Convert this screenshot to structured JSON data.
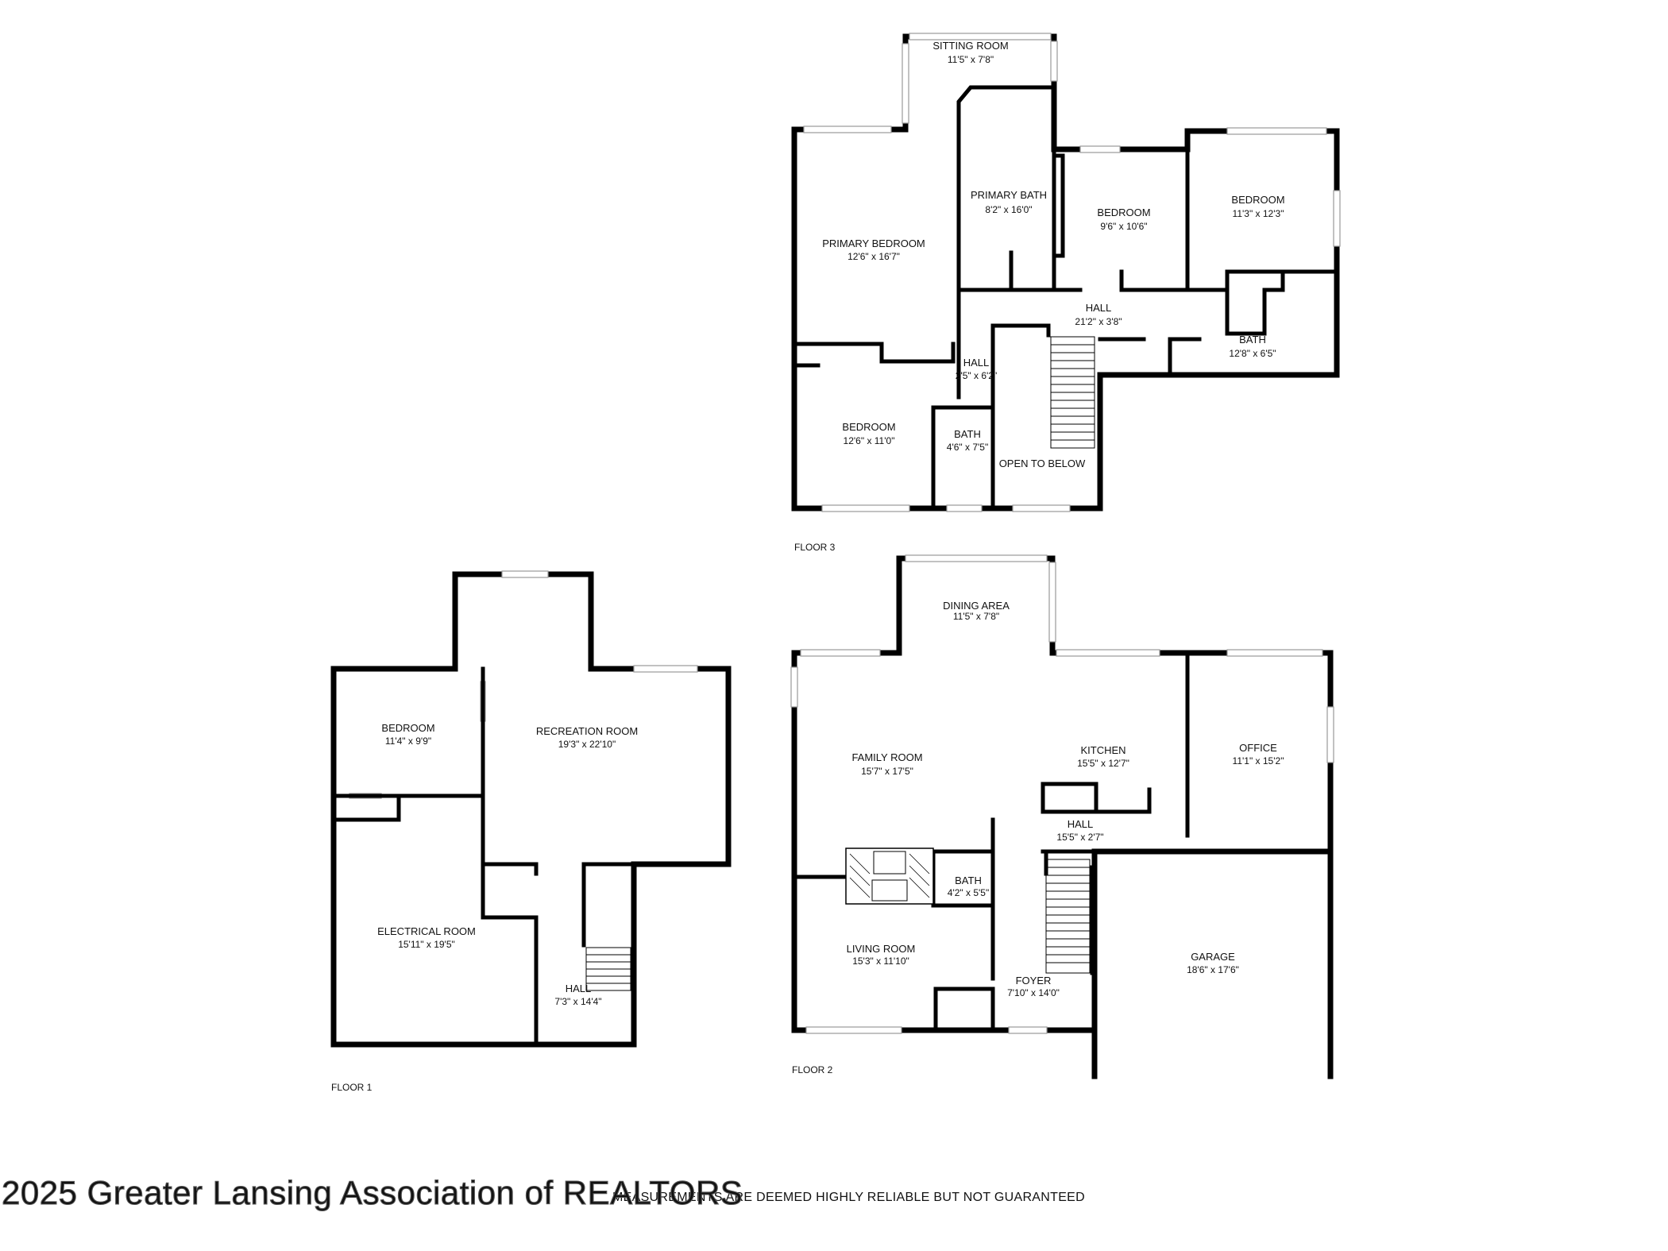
{
  "floors": [
    {
      "label": "FLOOR 3",
      "rooms": [
        {
          "name": "SITTING ROOM",
          "dims": "11'5\" x 7'8\""
        },
        {
          "name": "PRIMARY BATH",
          "dims": "8'2\" x 16'0\""
        },
        {
          "name": "BEDROOM",
          "dims": "9'6\" x 10'6\""
        },
        {
          "name": "BEDROOM",
          "dims": "11'3\" x 12'3\""
        },
        {
          "name": "PRIMARY BEDROOM",
          "dims": "12'6\" x 16'7\""
        },
        {
          "name": "HALL",
          "dims": "21'2\" x 3'8\""
        },
        {
          "name": "HALL",
          "dims": "2'5\" x 6'2\""
        },
        {
          "name": "BATH",
          "dims": "12'8\" x 6'5\""
        },
        {
          "name": "BEDROOM",
          "dims": "12'6\" x 11'0\""
        },
        {
          "name": "BATH",
          "dims": "4'6\" x 7'5\""
        },
        {
          "name": "OPEN TO BELOW",
          "dims": ""
        }
      ]
    },
    {
      "label": "FLOOR 2",
      "rooms": [
        {
          "name": "DINING AREA",
          "dims": "11'5\" x 7'8\""
        },
        {
          "name": "FAMILY ROOM",
          "dims": "15'7\" x 17'5\""
        },
        {
          "name": "KITCHEN",
          "dims": "15'5\" x 12'7\""
        },
        {
          "name": "OFFICE",
          "dims": "11'1\" x 15'2\""
        },
        {
          "name": "HALL",
          "dims": "15'5\" x 2'7\""
        },
        {
          "name": "BATH",
          "dims": "4'2\" x 5'5\""
        },
        {
          "name": "LIVING ROOM",
          "dims": "15'3\" x 11'10\""
        },
        {
          "name": "FOYER",
          "dims": "7'10\" x 14'0\""
        },
        {
          "name": "GARAGE",
          "dims": "18'6\" x 17'6\""
        }
      ]
    },
    {
      "label": "FLOOR 1",
      "rooms": [
        {
          "name": "BEDROOM",
          "dims": "11'4\" x 9'9\""
        },
        {
          "name": "RECREATION ROOM",
          "dims": "19'3\" x 22'10\""
        },
        {
          "name": "ELECTRICAL ROOM",
          "dims": "15'11\" x 19'5\""
        },
        {
          "name": "HALL",
          "dims": "7'3\" x 14'4\""
        }
      ]
    }
  ],
  "disclaimer": "MEASUREMENTS ARE DEEMED HIGHLY RELIABLE BUT NOT GUARANTEED",
  "watermark": "2025 Greater Lansing Association of REALTORS",
  "colors": {
    "wall": "#000000",
    "window": "#9a9a9a",
    "background": "#ffffff"
  }
}
